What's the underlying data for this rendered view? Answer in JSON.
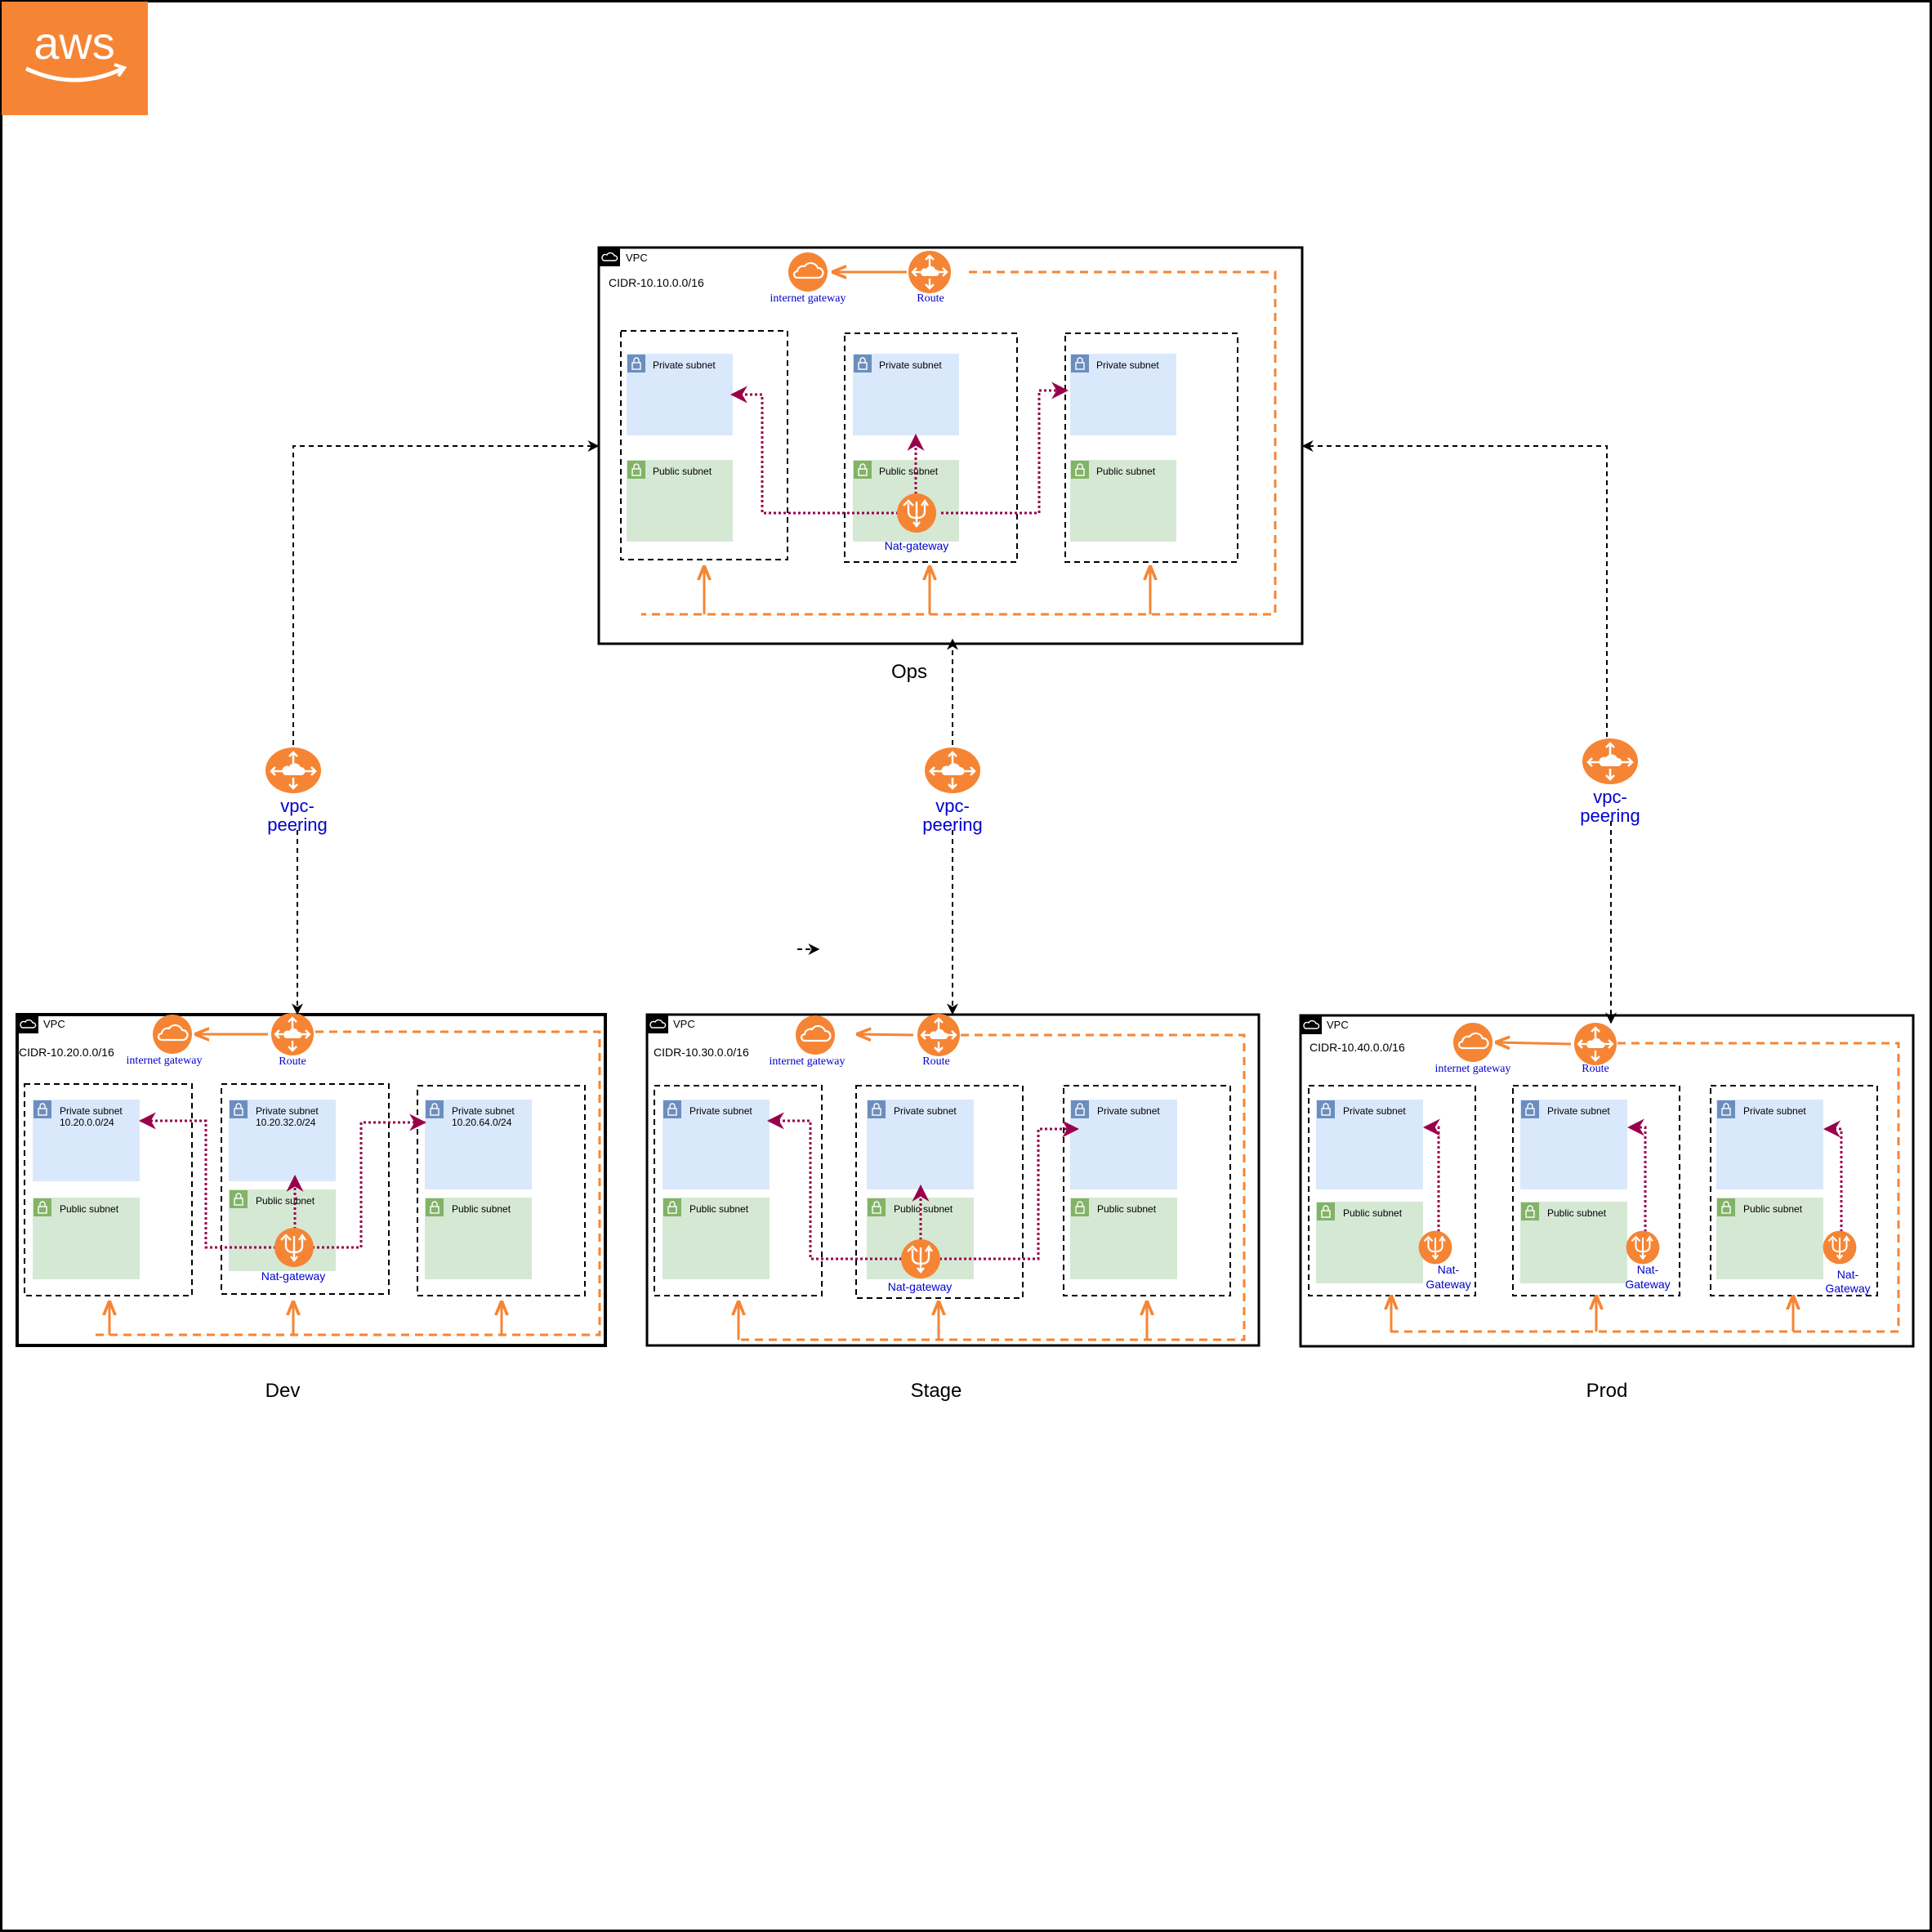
{
  "logo": {
    "text": "aws",
    "color": "#F58534"
  },
  "colors": {
    "orange": "#F58534",
    "nat_arrow": "#99004C",
    "private_fill": "#DAE8FC",
    "public_fill": "#D5E8D4",
    "private_icon": "#6C8EBF",
    "public_icon": "#82B366",
    "blue_label": "#0000CC"
  },
  "labels": {
    "vpc": "VPC",
    "private_subnet": "Private subnet",
    "public_subnet": "Public subnet",
    "internet_gateway": "internet gateway",
    "route": "Route",
    "nat_gateway": "Nat-gateway",
    "nat_gateway_split_1": "Nat-",
    "nat_gateway_split_2": "Gateway",
    "vpc_peering_1": "vpc-",
    "vpc_peering_2": "peering"
  },
  "vpcs": {
    "ops": {
      "name": "Ops",
      "cidr": "CIDR-10.10.0.0/16"
    },
    "dev": {
      "name": "Dev",
      "cidr": "CIDR-10.20.0.0/16",
      "subnet_cidrs": [
        "10.20.0.0/24",
        "10.20.32.0/24",
        "10.20.64.0/24"
      ]
    },
    "stage": {
      "name": "Stage",
      "cidr": "CIDR-10.30.0.0/16"
    },
    "prod": {
      "name": "Prod",
      "cidr": "CIDR-10.40.0.0/16"
    }
  }
}
